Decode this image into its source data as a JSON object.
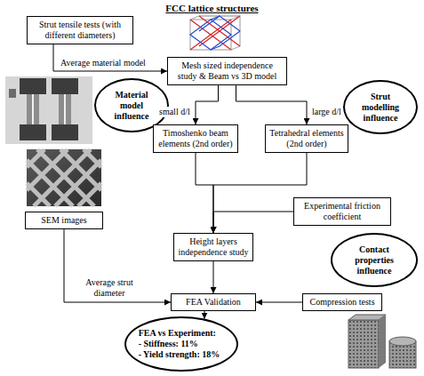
{
  "diagram": {
    "title": "FCC lattice structures",
    "nodes": [
      {
        "text": [
          "Strut tensile tests (with different diameters)"
        ]
      },
      {
        "text": [
          "Mesh sized independence study & Beam vs 3D model"
        ]
      },
      {
        "text": [
          "Material model influence"
        ]
      },
      {
        "text": [
          "Strut modelling influence"
        ]
      },
      {
        "text": [
          "Timoshenko beam elements (2nd order)"
        ]
      },
      {
        "text": [
          "Tetrahedral elements (2nd order)"
        ]
      },
      {
        "text": [
          "Experimental friction coefficient"
        ]
      },
      {
        "text": [
          "Contact properties influence"
        ]
      },
      {
        "text": [
          "Height layers independence study"
        ]
      },
      {
        "text": [
          "SEM images"
        ]
      },
      {
        "text": [
          "FEA Validation"
        ]
      },
      {
        "text": [
          "Compression tests"
        ]
      },
      {
        "text": [
          "FEA vs Experiment:",
          "- Stiffness: 11%",
          "- Yield strength: 18%"
        ]
      }
    ],
    "edges": [
      {
        "from": 0,
        "to": 1,
        "arrow": "to",
        "label": "Average material model"
      },
      {
        "from": 1,
        "to": 4,
        "arrow": "to",
        "label": "small d/l"
      },
      {
        "from": 1,
        "to": 5,
        "arrow": "to",
        "label": "large d/l"
      },
      {
        "from": 4,
        "to": 8,
        "arrow": "to"
      },
      {
        "from": 5,
        "to": 8,
        "arrow": "to"
      },
      {
        "from": 6,
        "to": 8,
        "arrow": "to"
      },
      {
        "from": 9,
        "to": 10,
        "arrow": "to",
        "label": "Average strut diameter"
      },
      {
        "from": 8,
        "to": 10,
        "arrow": "to"
      },
      {
        "from": 11,
        "to": 10,
        "arrow": "to"
      },
      {
        "from": 10,
        "to": 12,
        "arrow": "to"
      }
    ]
  }
}
